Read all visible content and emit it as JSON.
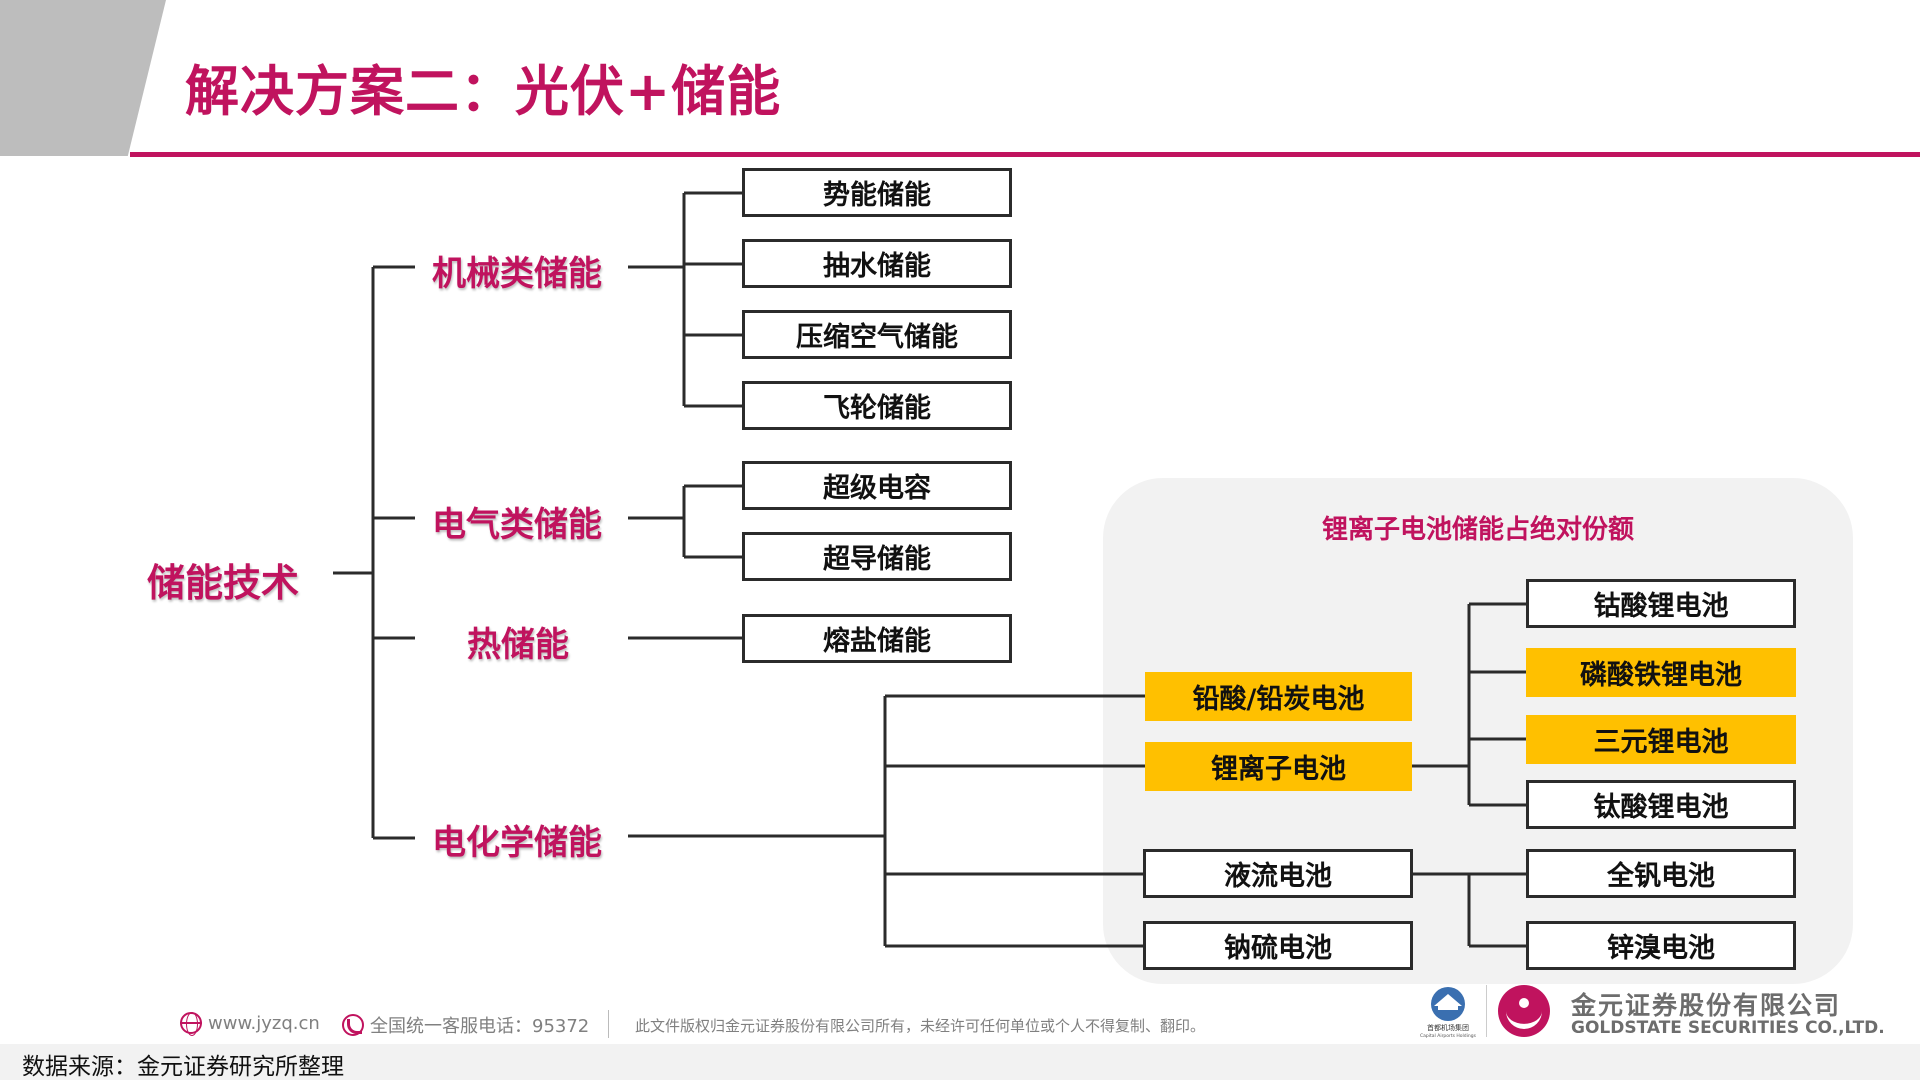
{
  "header": {
    "title": "解决方案二：光伏+储能"
  },
  "diagram": {
    "root": "储能技术",
    "categories": {
      "mechanical": "机械类储能",
      "electrical": "电气类储能",
      "thermal": "热储能",
      "electrochemical": "电化学储能"
    },
    "mechanical_items": [
      "势能储能",
      "抽水储能",
      "压缩空气储能",
      "飞轮储能"
    ],
    "electrical_items": [
      "超级电容",
      "超导储能"
    ],
    "thermal_items": [
      "熔盐储能"
    ],
    "electrochemical_items": [
      "铅酸/铅炭电池",
      "锂离子电池",
      "液流电池",
      "钠硫电池"
    ],
    "lithium_items": [
      "钴酸锂电池",
      "磷酸铁锂电池",
      "三元锂电池",
      "钛酸锂电池"
    ],
    "flow_items": [
      "全钒电池",
      "锌溴电池"
    ],
    "panel_title": "锂离子电池储能占绝对份额",
    "highlight_color": "#ffc000",
    "accent_color": "#c0135e"
  },
  "footer": {
    "website": "www.jyzq.cn",
    "hotline": "全国统一客服电话：95372",
    "copyright": "此文件版权归金元证券股份有限公司所有，未经许可任何单位或个人不得复制、翻印。",
    "airport_logo_text": "首都机场集团",
    "airport_logo_en": "Capital Airports Holdings",
    "brand_cn": "金元证券股份有限公司",
    "brand_en": "GOLDSTATE SECURITIES CO.,LTD."
  },
  "source": "数据来源：金元证券研究所整理"
}
